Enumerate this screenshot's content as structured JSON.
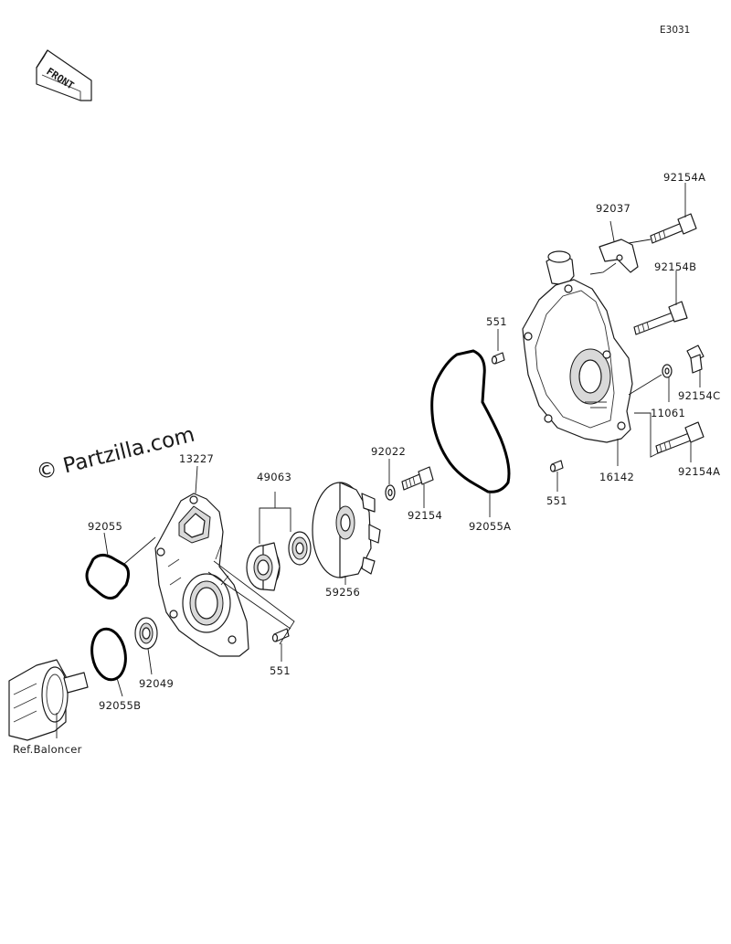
{
  "diagram_code": "E3031",
  "watermark": "© Partzilla.com",
  "front_label": "FRONT",
  "reference_label": "Ref.Baloncer",
  "part_labels": {
    "p13227": "13227",
    "p92055": "92055",
    "p92055B": "92055B",
    "p92049": "92049",
    "p49063": "49063",
    "p551_lower": "551",
    "p59256": "59256",
    "p92022": "92022",
    "p92154": "92154",
    "p92055A": "92055A",
    "p551_upper": "551",
    "p551_right": "551",
    "p92037": "92037",
    "p92154A_top": "92154A",
    "p92154B": "92154B",
    "p92154C": "92154C",
    "p11061": "11061",
    "p16142": "16142",
    "p92154A_bottom": "92154A"
  },
  "colors": {
    "line": "#1a1a1a",
    "background": "#ffffff",
    "gasket": "#000000"
  }
}
